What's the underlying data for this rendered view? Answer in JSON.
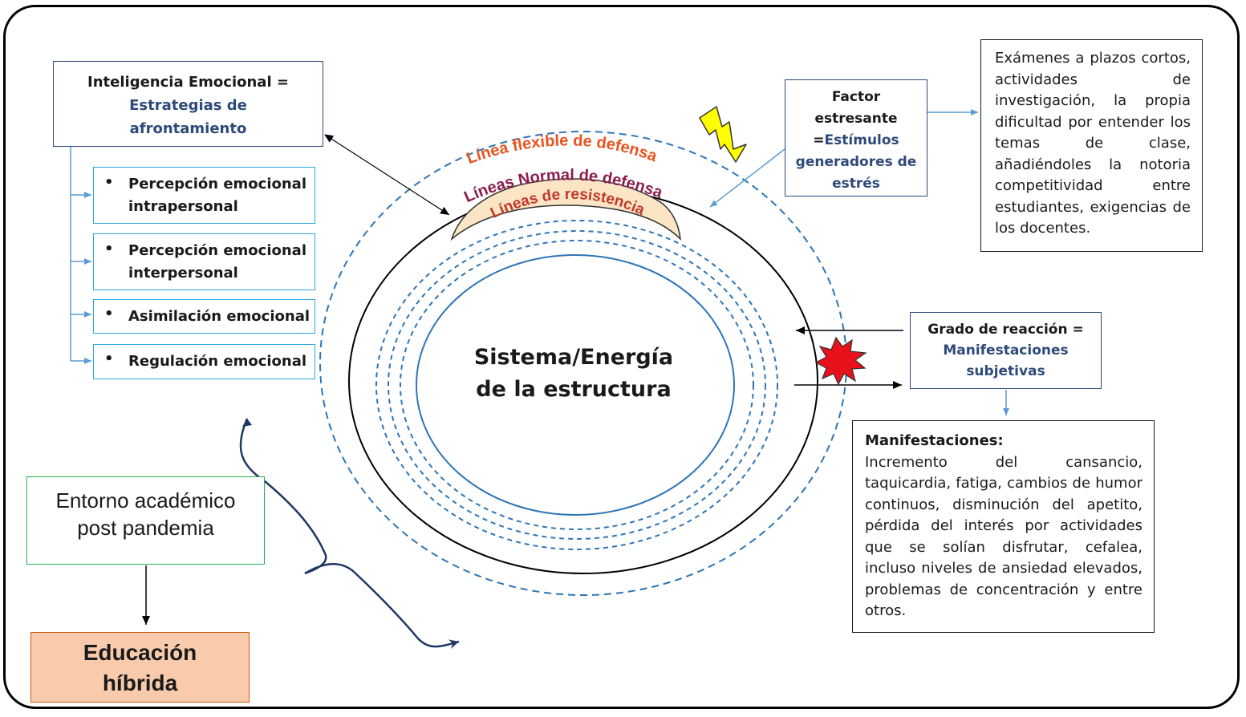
{
  "inteligencia": {
    "title": "Inteligencia Emocional =",
    "subtitle_1": "Estrategias de",
    "subtitle_2": "afrontamiento"
  },
  "dimensions": [
    {
      "bullet": "•",
      "line1": "Percepción emocional",
      "line2": "intrapersonal"
    },
    {
      "bullet": "•",
      "line1": "Percepción emocional",
      "line2": "interpersonal"
    },
    {
      "bullet": "•",
      "line1": "Asimilación emocional",
      "line2": ""
    },
    {
      "bullet": "•",
      "line1": "Regulación emocional",
      "line2": ""
    }
  ],
  "lines": {
    "flexible": "Línea  flexible de defensa",
    "normal": "Líneas  Normal de defensa",
    "resistencia": "Líneas  de resistencia"
  },
  "center": {
    "line1": "Sistema/Energía",
    "line2": "de la estructura"
  },
  "factor": {
    "line1": "Factor",
    "line2": "estresante",
    "line3_prefix": "=",
    "line3_blue": "Estímulos",
    "line4": "generadores de",
    "line5": "estrés"
  },
  "stressors_text": "Exámenes a plazos cortos, actividades de investigación, la propia dificultad por entender los temas de clase, añadiéndoles la notoria competitividad entre estudiantes, exigencias de los docentes.",
  "grado": {
    "line1": "Grado de reacción =",
    "line2": "Manifestaciones",
    "line3": "subjetivas"
  },
  "manifestaciones": {
    "title": "Manifestaciones:",
    "body": "Incremento del cansancio, taquicardia, fatiga, cambios de humor continuos, disminución del apetito, pérdida del interés por actividades que se solían disfrutar, cefalea, incluso niveles de ansiedad elevados, problemas de concentración y entre otros."
  },
  "entorno": {
    "line1": "Entorno académico",
    "line2": "post pandemia"
  },
  "educacion": {
    "line1": "Educación",
    "line2": "híbrida"
  },
  "colors": {
    "navy": "#2e4a7a",
    "cyan_border": "#29a7e0",
    "dashed_blue": "#2e75b6",
    "flexible_orange": "#e8541e",
    "normal_maroon": "#8b1e50",
    "resistencia_red": "#c0392b",
    "resistencia_fill": "#fbe5c4",
    "entorno_green": "#22b14c",
    "edu_fill": "#f8cbad",
    "lightning_yellow": "#ffff00",
    "burst_red": "#e8101a"
  },
  "icons": [
    "lightning-icon",
    "explosion-burst-icon"
  ]
}
